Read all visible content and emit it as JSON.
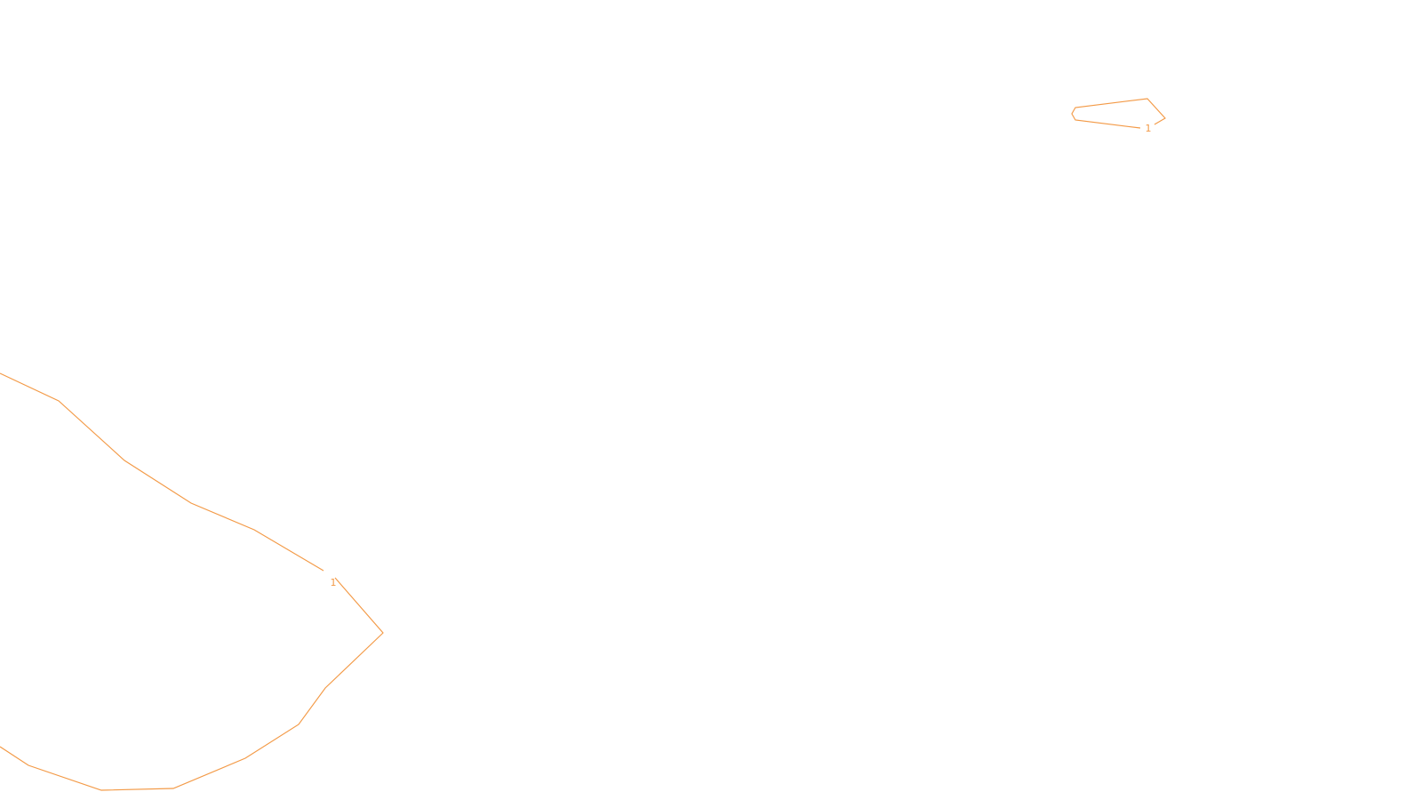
{
  "map": {
    "background_color": "#ffffff",
    "contour_color": "#f39a47",
    "contours": [
      {
        "name": "large-contour",
        "label": "1"
      },
      {
        "name": "small-contour",
        "label": "1"
      }
    ]
  }
}
